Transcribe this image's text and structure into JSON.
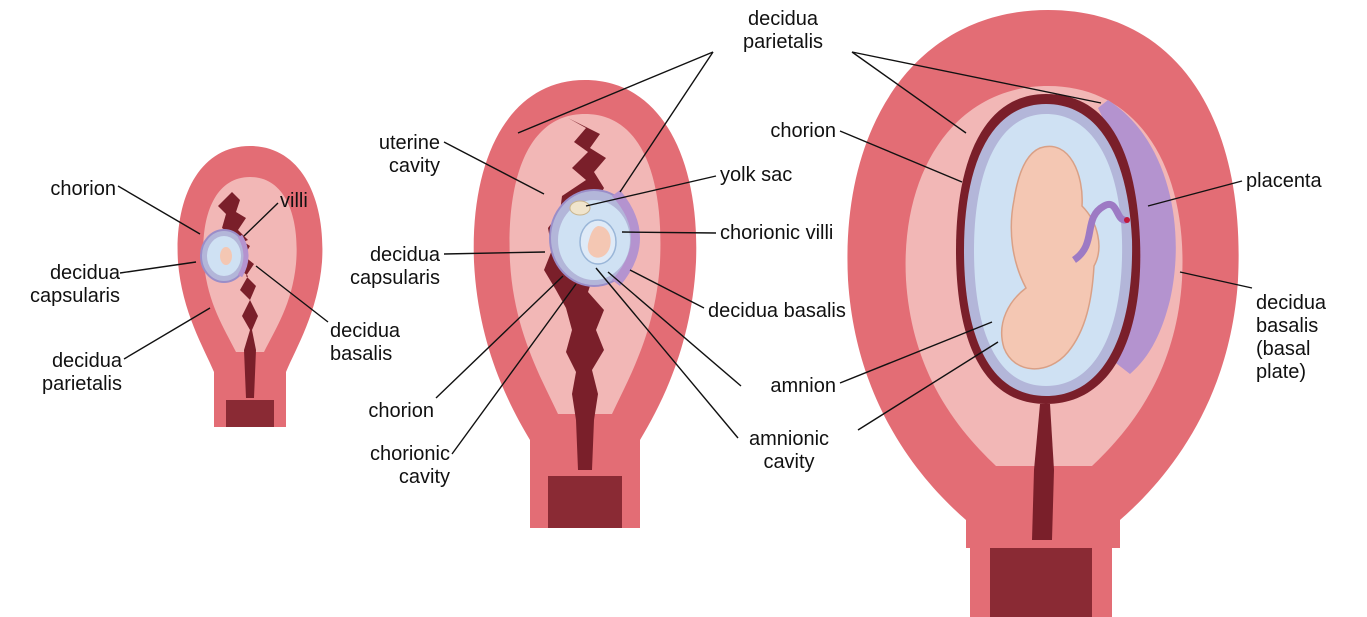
{
  "colors": {
    "uterine_wall": "#e36d75",
    "decidua_light": "#f2b7b6",
    "cavity": "#7a1f2a",
    "chorion_edge": "#b3b6d9",
    "amniotic_fluid": "#cfe1f3",
    "villi": "#b493cf",
    "embryo": "#f4c7b3",
    "yolk_sac": "#f0e4cc"
  },
  "panels": [
    {
      "stage": "early",
      "labels": {
        "chorion": "chorion",
        "villi": "villi",
        "decidua_capsularis": "decidua\ncapsularis",
        "decidua_basalis": "decidua\nbasalis",
        "decidua_parietalis": "decidua\nparietalis"
      }
    },
    {
      "stage": "middle",
      "labels": {
        "decidua_parietalis": "decidua\nparietalis",
        "uterine_cavity": "uterine\ncavity",
        "yolk_sac": "yolk sac",
        "chorionic_villi": "chorionic villi",
        "decidua_capsularis": "decidua\ncapsularis",
        "decidua_basalis": "decidua basalis",
        "chorion": "chorion",
        "chorionic_cavity": "chorionic\ncavity",
        "amnion": "amnion",
        "amnionic_cavity": "amnionic\ncavity"
      }
    },
    {
      "stage": "late",
      "labels": {
        "chorion": "chorion",
        "placenta": "placenta",
        "decidua_basalis": "decidua\nbasalis\n(basal\nplate)"
      }
    }
  ]
}
